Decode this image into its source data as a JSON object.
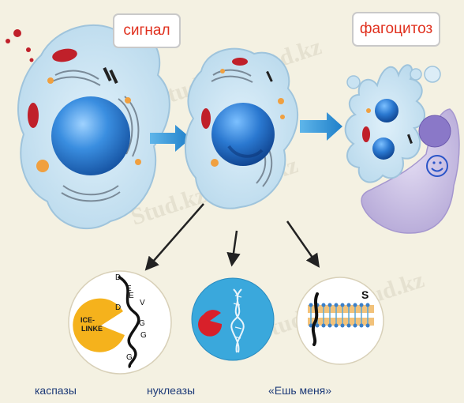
{
  "labels": {
    "signal": "сигнал",
    "phagocytosis": "фагоцитоз"
  },
  "captions": {
    "caspases": "каспазы",
    "nucleases": "нуклеазы",
    "eat_me": "«Ешь меня»"
  },
  "enzyme_label": "ICE-\nLINKE",
  "dna_letters": [
    "D",
    "E",
    "V",
    "D",
    "E",
    "G",
    "G",
    "G"
  ],
  "membrane_letter": "S",
  "watermark": "Stud.kz - Stud.kz",
  "colors": {
    "cell_body": "#c9e3f2",
    "cell_outline": "#9fc4dc",
    "nucleus": "#2f7fd0",
    "arrow_blue": "#2d8fd6",
    "label_red": "#e0301e",
    "mitochondria": "#c0202a",
    "vesicle": "#f0a040",
    "enzyme_yellow": "#f5b21c",
    "pacman_red": "#d8202a",
    "caption_blue": "#1d3a78",
    "macrophage": "#c5b8e0"
  }
}
